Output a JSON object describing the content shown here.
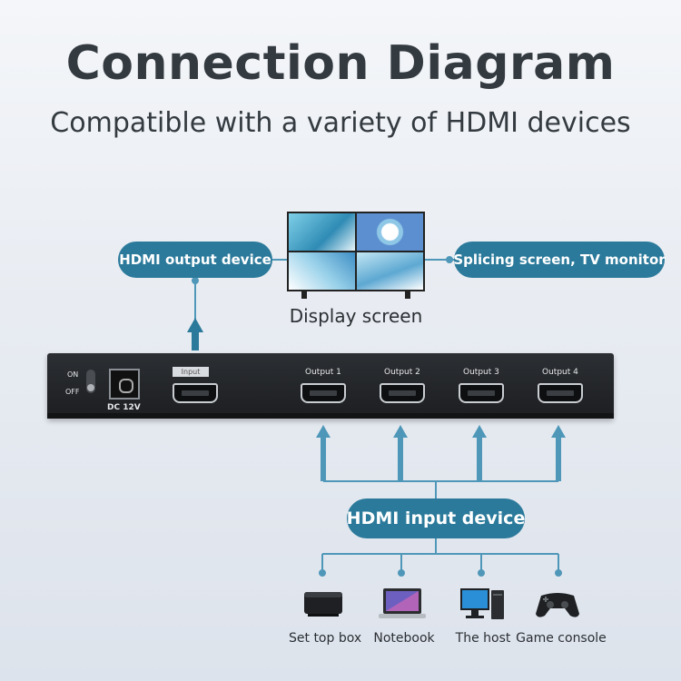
{
  "header": {
    "title": "Connection Diagram",
    "subtitle": "Compatible with a variety of HDMI devices"
  },
  "display": {
    "label": "Display screen",
    "left_pill": "HDMI output device",
    "right_pill": "Splicing screen, TV monitor"
  },
  "splitter": {
    "switch_on": "ON",
    "switch_off": "OFF",
    "power_label": "DC 12V",
    "input_label": "Input",
    "outputs": [
      "Output 1",
      "Output 2",
      "Output 3",
      "Output 4"
    ]
  },
  "input_group": {
    "label": "HDMI input device",
    "devices": [
      "Set top box",
      "Notebook",
      "The host",
      "Game console"
    ]
  },
  "colors": {
    "accent": "#2b7a9b",
    "line": "#4f97b8",
    "title": "#333a40"
  }
}
